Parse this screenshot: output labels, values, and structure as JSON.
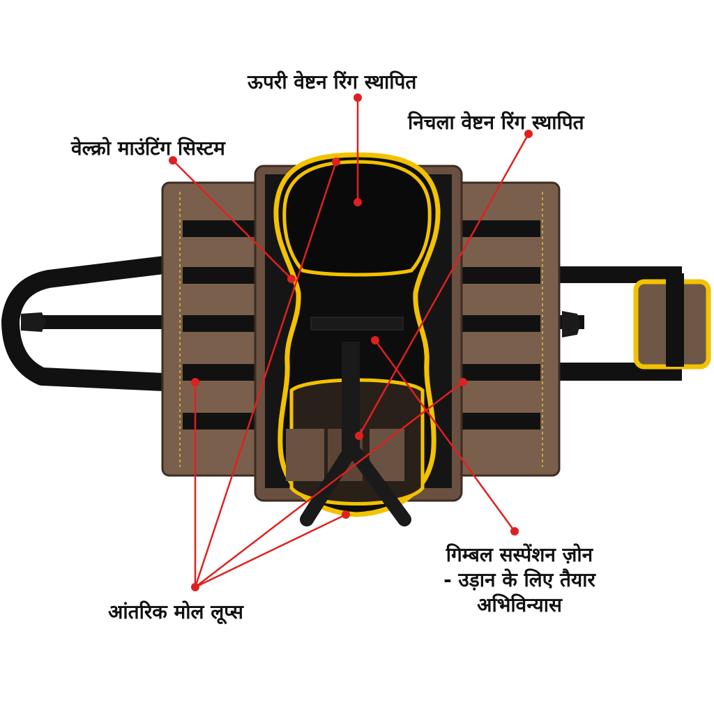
{
  "labels": {
    "upper_ring": "ऊपरी वेष्टन रिंग स्थापित",
    "lower_ring": "निचला वेष्टन रिंग स्थापित",
    "velcro": "वेल्क्रो माउंटिंग सिस्टम",
    "gimbal_line1": "गिम्बल सस्पेंशन ज़ोन",
    "gimbal_line2": "- उड़ान के लिए तैयार",
    "gimbal_line3": "अभिविन्यास",
    "molle": "आंतरिक मोल लूप्स"
  },
  "colors": {
    "canvas": "#7a5f4c",
    "canvas_dark": "#5e4637",
    "webbing": "#111111",
    "trim": "#f2c200",
    "callout": "#e02020"
  }
}
